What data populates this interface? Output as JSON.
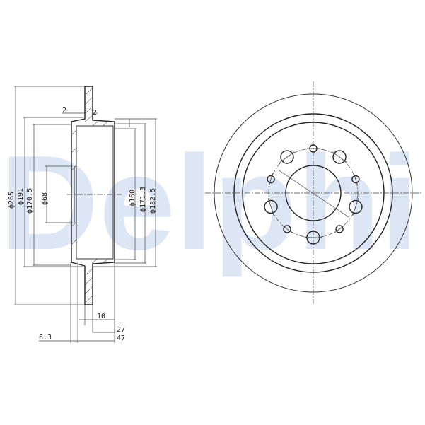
{
  "watermark": {
    "text": "Delphi",
    "color": "#dde6f4"
  },
  "side_view": {
    "diameters": {
      "outer": "ϕ265",
      "d191": "ϕ191",
      "d170_5": "ϕ170.5",
      "hub_bore": "ϕ68",
      "d160": "ϕ160",
      "d171_3": "ϕ171.3",
      "d182_5": "ϕ182.5"
    },
    "lengths": {
      "top_left": "2",
      "top_right": "2",
      "thickness": "10",
      "d27": "27",
      "d47": "47",
      "d6_3": "6.3"
    }
  },
  "front_view": {
    "large_holes": 5,
    "small_holes": 5
  }
}
